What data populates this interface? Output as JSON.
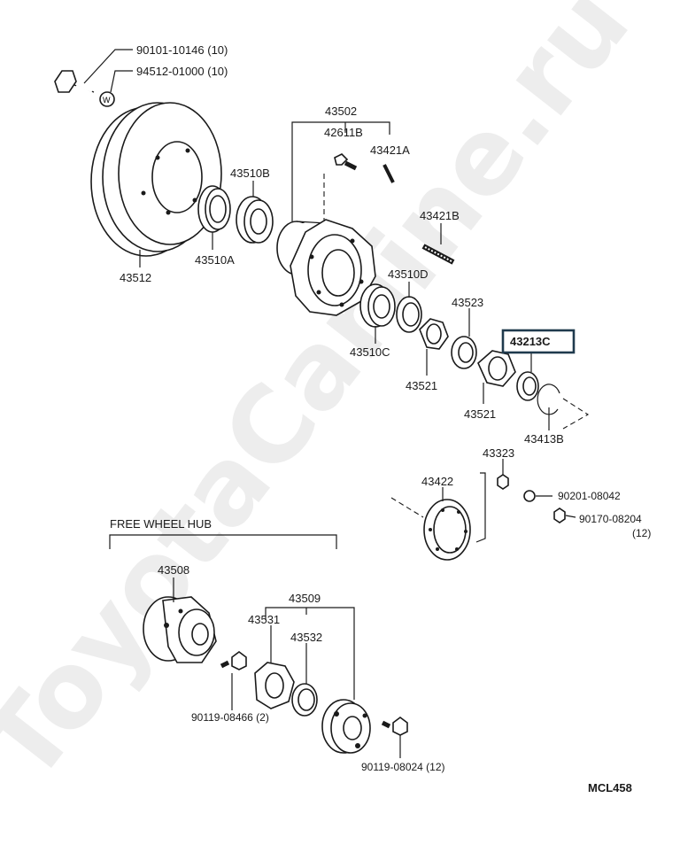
{
  "watermark": "ToyotaCarline.ru",
  "diagram_code": "MCL458",
  "free_wheel_title": "FREE WHEEL HUB",
  "highlight_color": "#1f3a4d",
  "labels": {
    "p90101": "90101-10146 (10)",
    "p94512": "94512-01000 (10)",
    "p43502": "43502",
    "p42611b": "42611B",
    "p43421a": "43421A",
    "p43510b": "43510B",
    "p43512": "43512",
    "p43510a": "43510A",
    "p43421b": "43421B",
    "p43510d": "43510D",
    "p43523": "43523",
    "p43213c": "43213C",
    "p43510c": "43510C",
    "p43521a": "43521",
    "p43521b": "43521",
    "p43413b": "43413B",
    "p43323": "43323",
    "p43422": "43422",
    "p90201": "90201-08042",
    "p90170": "90170-08204",
    "p90170q": "(12)",
    "p43508": "43508",
    "p43509": "43509",
    "p43531": "43531",
    "p43532": "43532",
    "p90119a": "90119-08466 (2)",
    "p90119b": "90119-08024 (12)"
  }
}
